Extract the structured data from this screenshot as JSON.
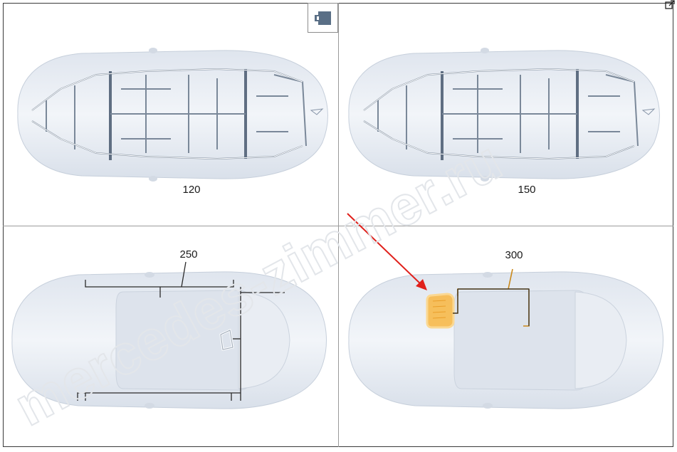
{
  "panels": [
    {
      "id": "wiring-view-1",
      "label": "120"
    },
    {
      "id": "wiring-view-2",
      "label": "150"
    },
    {
      "id": "roof-view",
      "label": "250"
    },
    {
      "id": "battery-view",
      "label": "300"
    }
  ],
  "watermark_text": "mercedes-zimmer.ru",
  "colors": {
    "highlight": "#f7b94a",
    "arrow": "#e0201b",
    "callout": "#c9881a",
    "car_body": "#e6ebf2",
    "wiring": "#7a8899"
  },
  "icons": {
    "corner_button": "part-view-icon",
    "external": "external-link-icon"
  }
}
